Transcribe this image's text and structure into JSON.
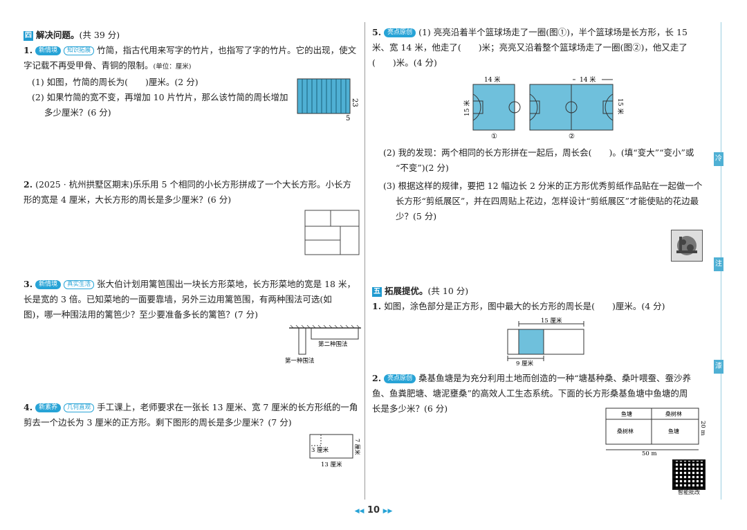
{
  "section4": {
    "num": "四",
    "title": "解决问题。",
    "score": "(共 39 分)"
  },
  "q1": {
    "num": "1.",
    "tag": "新情境",
    "tag2": "知识拓展",
    "text_a": "竹简，指古代用来写字的竹片，也指写了字的竹片。它的出现，使文",
    "text_b": "字记载不再受甲骨、青铜的限制。",
    "unit": "(单位：厘米)",
    "sub1": "(1) 如图，竹简的周长为(　　)厘米。(2 分)",
    "sub2a": "(2) 如果竹简的宽不变，再增加 10 片竹片，那么该竹简的周长增加",
    "sub2b": "多少厘米？(6 分)",
    "fig_h": "23",
    "fig_w": "5"
  },
  "q2": {
    "num": "2.",
    "text_a": "(2025 · 杭州拱墅区期末)乐乐用 5 个相同的小长方形拼成了一个大长方形。小长方",
    "text_b": "形的宽是 4 厘米，大长方形的周长是多少厘米？(6 分)"
  },
  "q3": {
    "num": "3.",
    "tag": "新情境",
    "tag2": "真实生活",
    "text_a": "张大伯计划用篱笆围出一块长方形菜地，长方形菜地的宽是 18 米，",
    "text_b": "长是宽的 3 倍。已知菜地的一面要靠墙，另外三边用篱笆围，有两种围法可选(如",
    "text_c": "图)，哪一种围法用的篱笆少？至少要准备多长的篱笆？(7 分)",
    "label1": "第一种围法",
    "label2": "第二种围法"
  },
  "q4": {
    "num": "4.",
    "tag": "新素养",
    "tag2": "几何直观",
    "text_a": "手工课上，老师要求在一张长 13 厘米、宽 7 厘米的长方形纸的一角",
    "text_b": "剪去一个边长为 3 厘米的正方形。剩下图形的周长是多少厘米？(7 分)",
    "label_sq": "3 厘米",
    "label_len": "13 厘米",
    "label_wid": "7 厘米"
  },
  "q5": {
    "num": "5.",
    "tag": "亮点原创",
    "text_a": "(1) 亮亮沿着半个篮球场走了一圈(图①)，半个篮球场是长方形，长 15",
    "text_b": "米、宽 14 米，他走了(　　)米；亮亮又沿着整个篮球场走了一圈(图②)，他又走了",
    "text_c": "(　　)米。(4 分)",
    "c1_top": "14 米",
    "c1_side": "15 米",
    "c1_label": "①",
    "c2_top": "14 米",
    "c2_side": "15 米",
    "c2_label": "②",
    "sub2a": "(2) 我的发现：两个相同的长方形拼在一起后，周长会(　　)。(填“变大”“变小”或",
    "sub2b": "“不变”)(2 分)",
    "sub3a": "(3) 根据这样的规律，要把 12 幅边长 2 分米的正方形优秀剪纸作品贴在一起做一个",
    "sub3b": "长方形“剪纸展区”，并在四周贴上花边，怎样设计“剪纸展区”才能使贴的花边最",
    "sub3c": "少？(5 分)"
  },
  "section5": {
    "num": "五",
    "title": "拓展提优。",
    "score": "(共 10 分)"
  },
  "e1": {
    "num": "1.",
    "text": "如图，涂色部分是正方形，图中最大的长方形的周长是(　　)厘米。(4 分)",
    "label_15": "15 厘米",
    "label_9": "9 厘米"
  },
  "e2": {
    "num": "2.",
    "tag": "亮点原创",
    "text_a": "桑基鱼塘是为充分利用土地而创造的一种“塘基种桑、桑叶喂蚕、蚕沙养",
    "text_b": "鱼、鱼粪肥塘、塘泥壅桑”的高效人工生态系统。下面的长方形桑基鱼塘中鱼塘的周",
    "text_c": "长是多少米？(6 分)",
    "cells": [
      "鱼塘",
      "桑树林",
      "桑树林",
      "鱼塘"
    ],
    "label_20": "20 m",
    "label_50": "50 m",
    "qr_label": "智能批改"
  },
  "edge_tabs": [
    "冷",
    "注",
    "漆"
  ],
  "page_number": "10"
}
